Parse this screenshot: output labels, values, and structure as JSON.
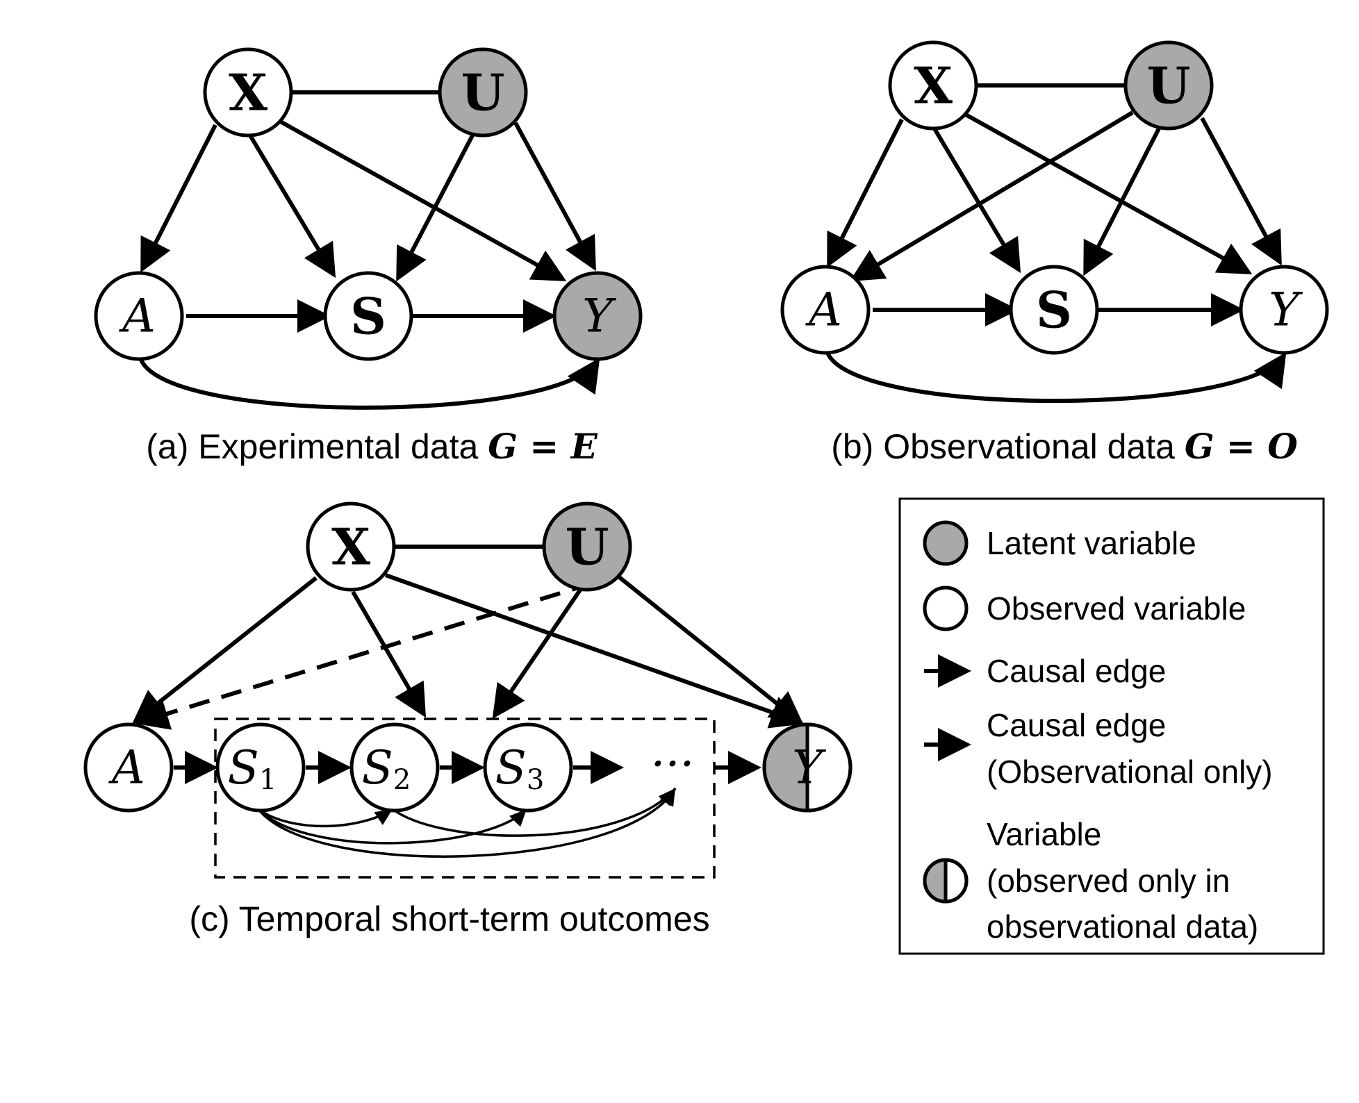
{
  "colors": {
    "latent": "#a9a9a9",
    "observed": "#ffffff",
    "stroke": "#000000"
  },
  "panel_a": {
    "caption_text": "(a) Experimental data ",
    "caption_math": "G = E",
    "nodes": {
      "X": "X",
      "U": "U",
      "A": "A",
      "S": "S",
      "Y": "Y"
    }
  },
  "panel_b": {
    "caption_text": "(b) Observational data ",
    "caption_math": "G = O",
    "nodes": {
      "X": "X",
      "U": "U",
      "A": "A",
      "S": "S",
      "Y": "Y"
    }
  },
  "panel_c": {
    "caption_text": "(c) Temporal short-term outcomes",
    "nodes": {
      "X": "X",
      "U": "U",
      "A": "A",
      "S": "S",
      "Y": "Y",
      "ellipsis": "···"
    },
    "subscripts": [
      "1",
      "2",
      "3"
    ]
  },
  "legend": {
    "latent": "Latent variable",
    "observed": "Observed variable",
    "causal": "Causal edge",
    "causal_obs_line1": "Causal edge",
    "causal_obs_line2": "(Observational only)",
    "partial_line1": "Variable",
    "partial_line2": "(observed only in",
    "partial_line3": "observational data)"
  }
}
